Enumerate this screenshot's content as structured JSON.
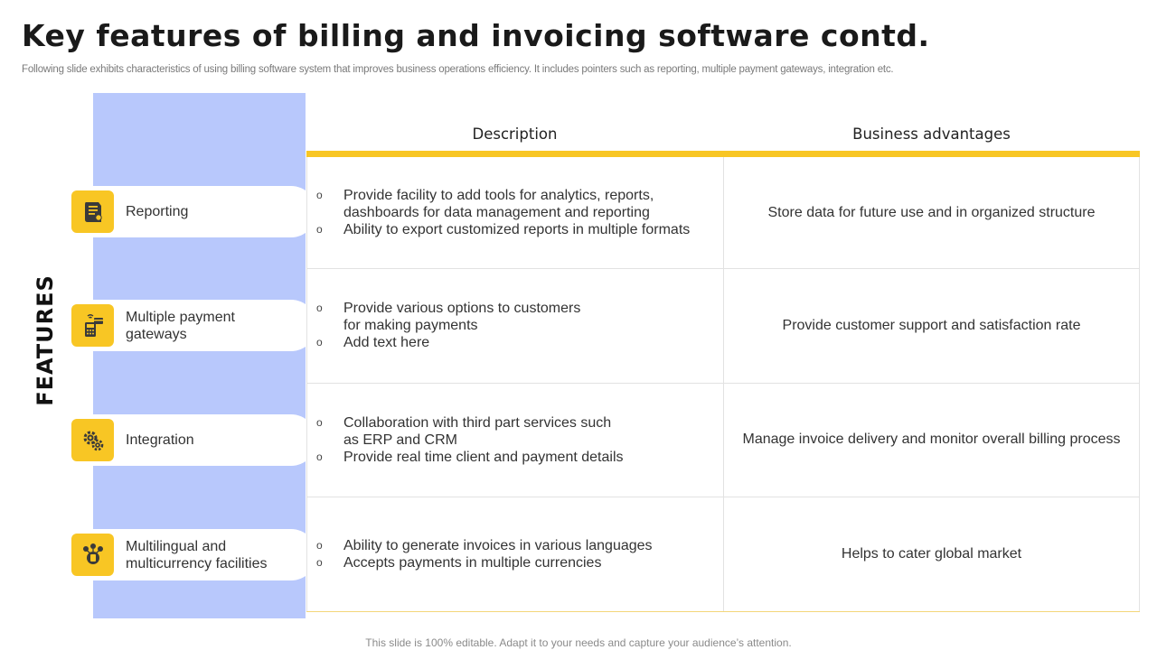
{
  "slide": {
    "title": "Key features of billing and invoicing software contd.",
    "subtitle": "Following slide exhibits characteristics of using billing software system that improves business operations efficiency. It includes pointers such as reporting, multiple payment gateways, integration etc.",
    "vertical_label": "FEATURES",
    "footer": "This slide is 100% editable. Adapt it to your needs and capture your audience’s attention."
  },
  "colors": {
    "accent_yellow": "#f8c624",
    "band_blue": "#b8c8fc",
    "grid": "#e2e2e2"
  },
  "table": {
    "headers": {
      "description": "Description",
      "advantages": "Business advantages"
    },
    "bullet_marker": "o",
    "rows": [
      {
        "feature": "Reporting",
        "icon": "report-document-icon",
        "bullets": [
          "Provide facility to add tools for analytics, reports, dashboards for data management and reporting",
          "Ability to export customized reports in multiple formats"
        ],
        "advantage": "Store data for future  use and in organized structure"
      },
      {
        "feature": "Multiple payment gateways",
        "icon": "payment-terminal-icon",
        "bullets": [
          "Provide various options to customers for making payments",
          "Add text here"
        ],
        "advantage": "Provide customer  support and satisfaction rate"
      },
      {
        "feature": "Integration",
        "icon": "gears-icon",
        "bullets": [
          "Collaboration with third part services such as ERP and CRM",
          "Provide real time client and payment details"
        ],
        "advantage": "Manage invoice delivery and monitor overall billing process"
      },
      {
        "feature": "Multilingual  and multicurrency  facilities",
        "icon": "multicurrency-globe-icon",
        "bullets": [
          "Ability to generate invoices in various languages",
          "Accepts payments in multiple currencies"
        ],
        "advantage": "Helps to cater global market"
      }
    ]
  }
}
